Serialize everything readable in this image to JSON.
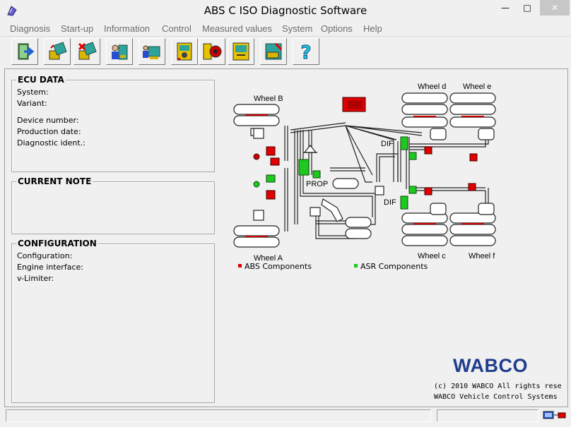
{
  "window": {
    "title": "ABS C ISO Diagnostic Software"
  },
  "menu": [
    "Diagnosis",
    "Start-up",
    "Information",
    "Control",
    "Measured values",
    "System",
    "Options",
    "Help"
  ],
  "toolbar": [
    "exit-icon",
    "ecu-read-icon",
    "ecu-erase-icon",
    "technician-icon",
    "service-icon",
    "measure-icon",
    "control-icon",
    "tester-icon",
    "ecu-program-icon",
    "help-icon"
  ],
  "ecu_data": {
    "legend": "ECU DATA",
    "rows": [
      "System:",
      "Variant:",
      "",
      "Device number:",
      "Production date:",
      "Diagnostic ident.:"
    ]
  },
  "current_note": {
    "legend": "CURRENT NOTE"
  },
  "configuration": {
    "legend": "CONFIGURATION",
    "rows": [
      "Configuration:",
      "Engine interface:",
      "v-Limiter:"
    ]
  },
  "diagram": {
    "wheel_b": "Wheel B",
    "wheel_a": "Wheel A",
    "wheel_c": "Wheel c",
    "wheel_d": "Wheel d",
    "wheel_e": "Wheel e",
    "wheel_f": "Wheel f",
    "dif_top": "DIF",
    "dif_bottom": "DIF",
    "prop": "PROP",
    "abs_color": "#e00000",
    "asr_color": "#1ec81e"
  },
  "legend": {
    "abs": "ABS Components",
    "asr": "ASR Components"
  },
  "brand": {
    "logo": "WABCO",
    "copyright": "(c) 2010 WABCO All rights rese",
    "company": "WABCO Vehicle Control Systems"
  }
}
